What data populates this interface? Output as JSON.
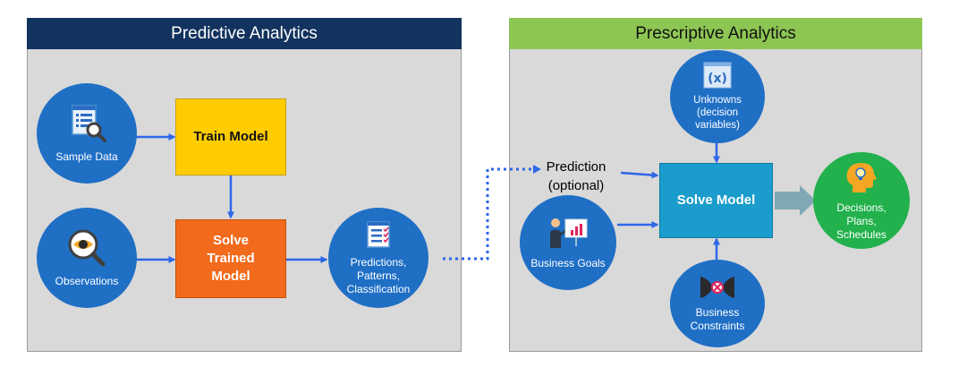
{
  "predictive": {
    "title": "Predictive Analytics"
  },
  "prescriptive": {
    "title": "Prescriptive Analytics"
  },
  "nodes": {
    "sample_data": "Sample Data",
    "observations": "Observations",
    "train_model": "Train Model",
    "solve_trained_model": "Solve Trained Model",
    "predictions": "Predictions, Patterns, Classification",
    "prediction_optional": "Prediction (optional)",
    "business_goals": "Business Goals",
    "unknowns": "Unknowns (decision variables)",
    "unknowns_symbol": "(x)",
    "solve_model": "Solve Model",
    "business_constraints": "Business Constraints",
    "decisions": "Decisions, Plans, Schedules"
  },
  "colors": {
    "predictive_banner": "#12335e",
    "prescriptive_banner": "#8dc653",
    "node_circle": "#1f6fc5",
    "train_box": "#ffcc00",
    "solve_trained_box": "#f26a1b",
    "solve_model_box": "#1a9ccc",
    "decisions_circle": "#22b14c",
    "arrow": "#2e66e8",
    "output_arrow": "#7fa7b4"
  },
  "icons": {
    "sample_data": "document-search-icon",
    "observations": "eye-magnifier-icon",
    "predictions": "checklist-icon",
    "business_goals": "presenter-chart-icon",
    "unknowns": "variable-x-icon",
    "business_constraints": "constraints-icon",
    "decisions": "idea-head-icon"
  }
}
